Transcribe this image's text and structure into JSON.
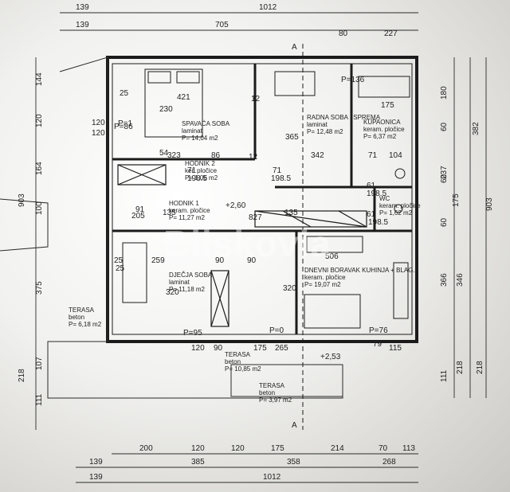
{
  "top_dims": {
    "row1": [
      "139",
      "1012"
    ],
    "row2": [
      "139",
      "705",
      "80",
      "227"
    ]
  },
  "bottom_dims": {
    "row1": [
      "200",
      "120",
      "120",
      "175",
      "214",
      "70",
      "113"
    ],
    "row2": [
      "139",
      "385",
      "358",
      "268"
    ],
    "row3": [
      "139",
      "1012"
    ]
  },
  "left_dims": [
    "144",
    "120",
    "164",
    "100",
    "375",
    "107",
    "111",
    "218",
    "903"
  ],
  "right_dims": [
    "180",
    "382",
    "60",
    "60",
    "237",
    "175",
    "903",
    "60",
    "366",
    "346",
    "111",
    "218",
    "218"
  ],
  "interior_dims": [
    "25",
    "421",
    "230",
    "12",
    "25",
    "365",
    "12",
    "342",
    "175",
    "120",
    "120",
    "P=86",
    "54",
    "323",
    "86",
    "71",
    "198.5",
    "71",
    "198.5",
    "71",
    "104",
    "61",
    "198.5",
    "91",
    "205",
    "135",
    "827",
    "135",
    "61",
    "198.5",
    "259",
    "90",
    "90",
    "320",
    "320",
    "506",
    "25",
    "P=95",
    "P=0",
    "P=76",
    "120",
    "90",
    "175",
    "265",
    "79",
    "115",
    "P=136",
    "P=1"
  ],
  "rooms": [
    {
      "name": "SPAVAĆA SOBA",
      "floor": "laminat",
      "area": "P= 14,04 m2"
    },
    {
      "name": "RADNA SOBA I SPREMA",
      "floor": "laminat",
      "area": "P= 12,48 m2"
    },
    {
      "name": "KUPAONICA",
      "floor": "keram. pločice",
      "area": "P= 6,37 m2"
    },
    {
      "name": "HODNIK 2",
      "floor": "ker. pločice",
      "area": "P= 1,06 m2"
    },
    {
      "name": "HODNIK 1",
      "floor": "keram. pločice",
      "area": "P= 11,27 m2"
    },
    {
      "name": "WC",
      "floor": "keram. pločice",
      "area": "P= 1,62 m2"
    },
    {
      "name": "DJEČJA SOBA",
      "floor": "laminat",
      "area": "P= 11,18 m2"
    },
    {
      "name": "DNEVNI BORAVAK KUHINJA + BLAG.",
      "floor": "keram. pločice",
      "area": "P= 19,07 m2"
    },
    {
      "name": "TERASA",
      "floor": "beton",
      "area": "P= 6,18 m2"
    },
    {
      "name": "TERASA",
      "floor": "beton",
      "area": "P= 10,85 m2"
    },
    {
      "name": "TERASA",
      "floor": "beton",
      "area": "P= 3,97 m2"
    }
  ],
  "levels": [
    "+2,60",
    "+2,53"
  ],
  "section_marks": [
    "A",
    "A"
  ],
  "watermark": "Bilskovia"
}
